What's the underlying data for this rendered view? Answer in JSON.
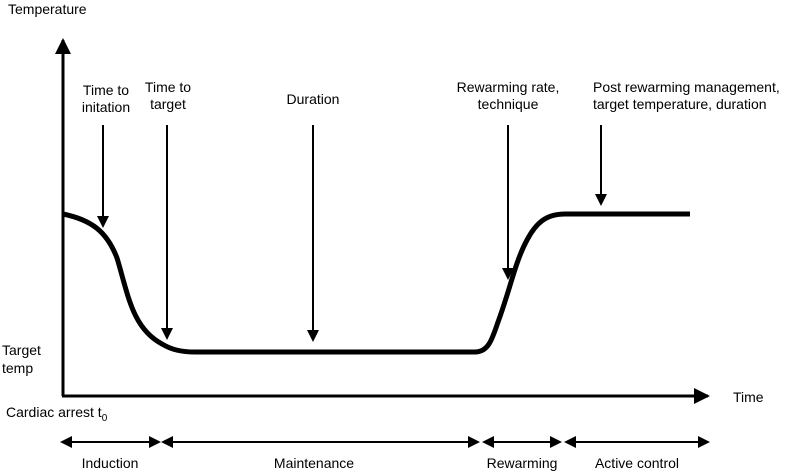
{
  "axes": {
    "y_label": "Temperature",
    "x_label": "Time",
    "target_label": [
      "Target",
      "temp"
    ],
    "origin_label": "Cardiac arrest t",
    "origin_subscript": "0"
  },
  "annotations": {
    "time_to_initiation": [
      "Time to",
      "initation"
    ],
    "time_to_target": [
      "Time to",
      "target"
    ],
    "duration": [
      "Duration"
    ],
    "rewarming": [
      "Rewarming rate,",
      "technique"
    ],
    "post_rewarming": [
      "Post rewarming management,",
      "target temperature, duration"
    ]
  },
  "phases": {
    "induction": "Induction",
    "maintenance": "Maintenance",
    "rewarming": "Rewarming",
    "active_control": "Active control"
  },
  "colors": {
    "line": "#000000",
    "background": "#ffffff"
  }
}
